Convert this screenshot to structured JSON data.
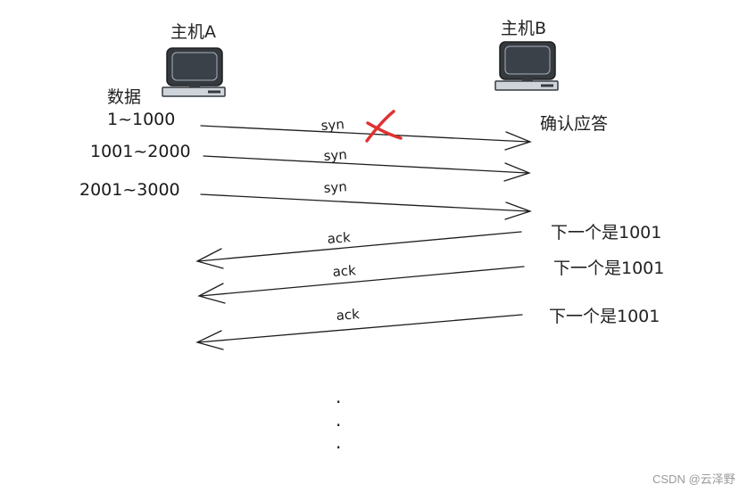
{
  "hosts": {
    "a": {
      "label": "主机A",
      "icon": "computer-icon"
    },
    "b": {
      "label": "主机B",
      "icon": "computer-icon"
    }
  },
  "data_label": "数据",
  "segments": [
    {
      "range": "1~1000",
      "msg": "syn",
      "lost": true
    },
    {
      "range": "1001~2000",
      "msg": "syn",
      "lost": false
    },
    {
      "range": "2001~3000",
      "msg": "syn",
      "lost": false
    }
  ],
  "confirm_label": "确认应答",
  "acks": [
    {
      "msg": "ack",
      "reply": "下一个是1001"
    },
    {
      "msg": "ack",
      "reply": "下一个是1001"
    },
    {
      "msg": "ack",
      "reply": "下一个是1001"
    }
  ],
  "continuation": ".",
  "watermark": "CSDN @云泽野",
  "colors": {
    "line": "#1e1e1e",
    "lost_mark": "#e03131",
    "monitor": "#343a40",
    "screen": "#495057"
  }
}
